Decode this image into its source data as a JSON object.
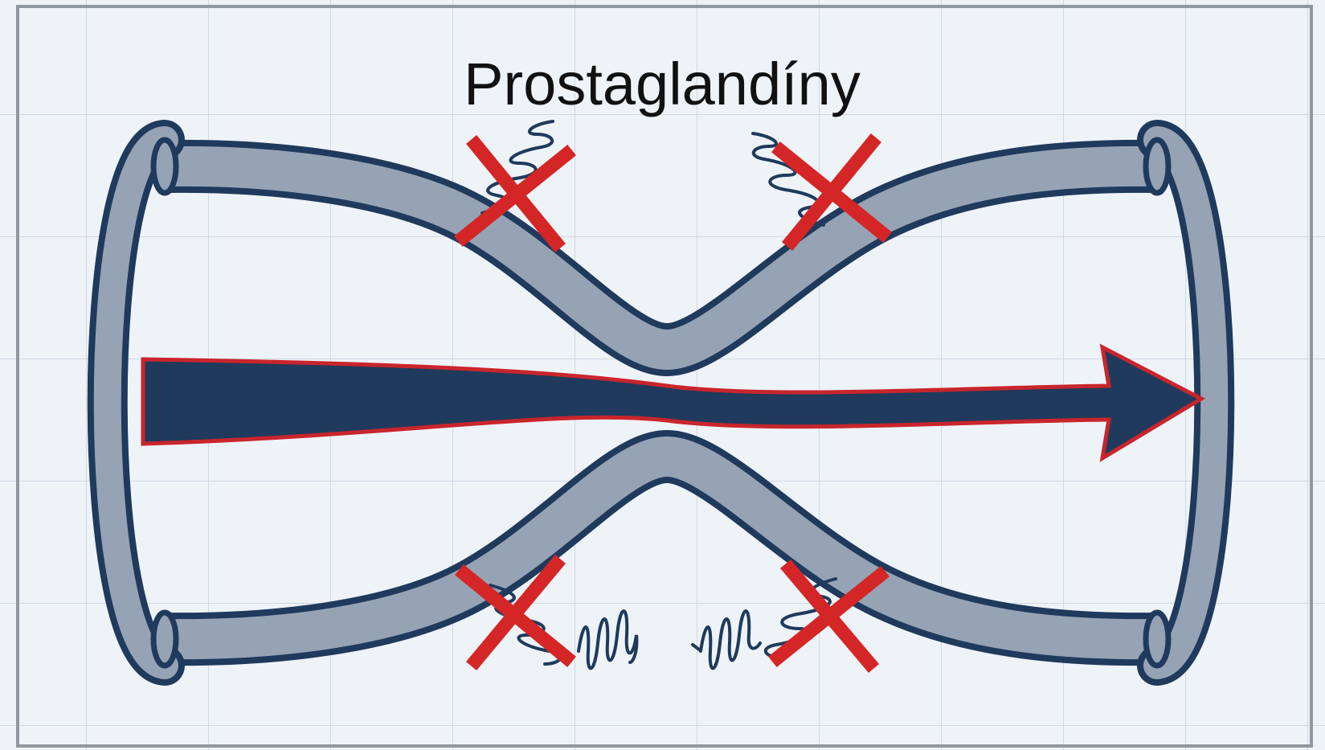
{
  "title": "Prostaglandíny",
  "colors": {
    "background": "#eef3f8",
    "grid": "#cfd8e2",
    "frame": "#8f979f",
    "vessel_fill": "#96a3b5",
    "vessel_outline": "#1f3a5c",
    "arrow_fill": "#1f3a5c",
    "arrow_outline": "#c9252c",
    "block_mark": "#d42626",
    "spring": "#1f3a5c"
  },
  "icons": {
    "block_mark": "red-x-icon",
    "muscle": "muscle-coil-icon"
  },
  "blocked_sites": [
    "top-left",
    "top-right",
    "bottom-left",
    "bottom-right"
  ],
  "flow_direction": "left-to-right"
}
